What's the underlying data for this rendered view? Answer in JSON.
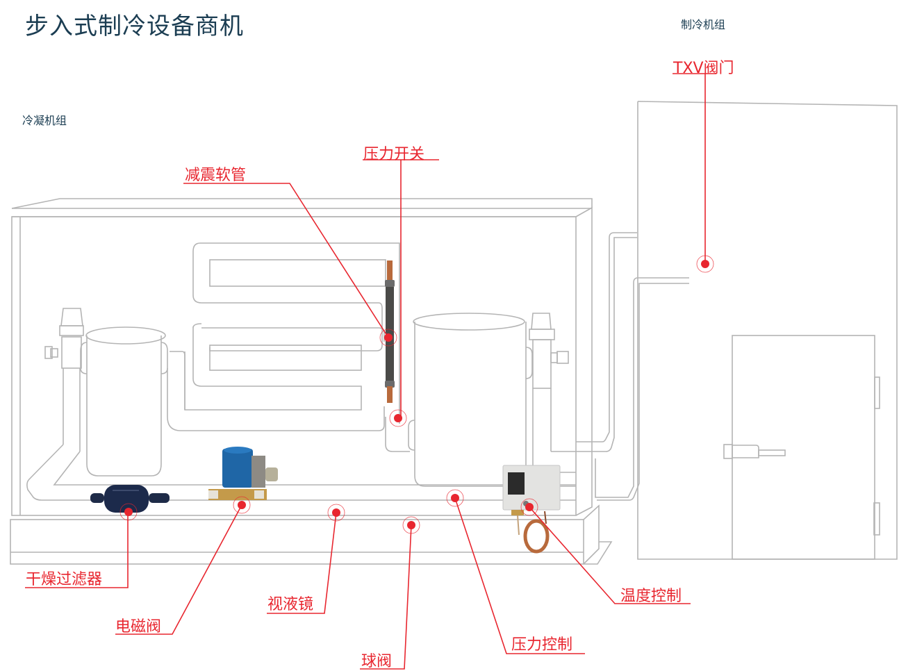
{
  "title": "步入式制冷设备商机",
  "sections": {
    "condensing_unit": "冷凝机组",
    "refrigeration_unit": "制冷机组"
  },
  "callouts": {
    "txv_valve": "TXV阀门",
    "pressure_switch": "压力开关",
    "vibration_hose": "减震软管",
    "filter_drier": "干燥过滤器",
    "solenoid_valve": "电磁阀",
    "sight_glass": "视液镜",
    "ball_valve": "球阀",
    "pressure_control": "压力控制",
    "temperature_control": "温度控制"
  },
  "colors": {
    "accent": "#e8262f",
    "title": "#1b3d52",
    "outline": "#b4b4b4"
  }
}
